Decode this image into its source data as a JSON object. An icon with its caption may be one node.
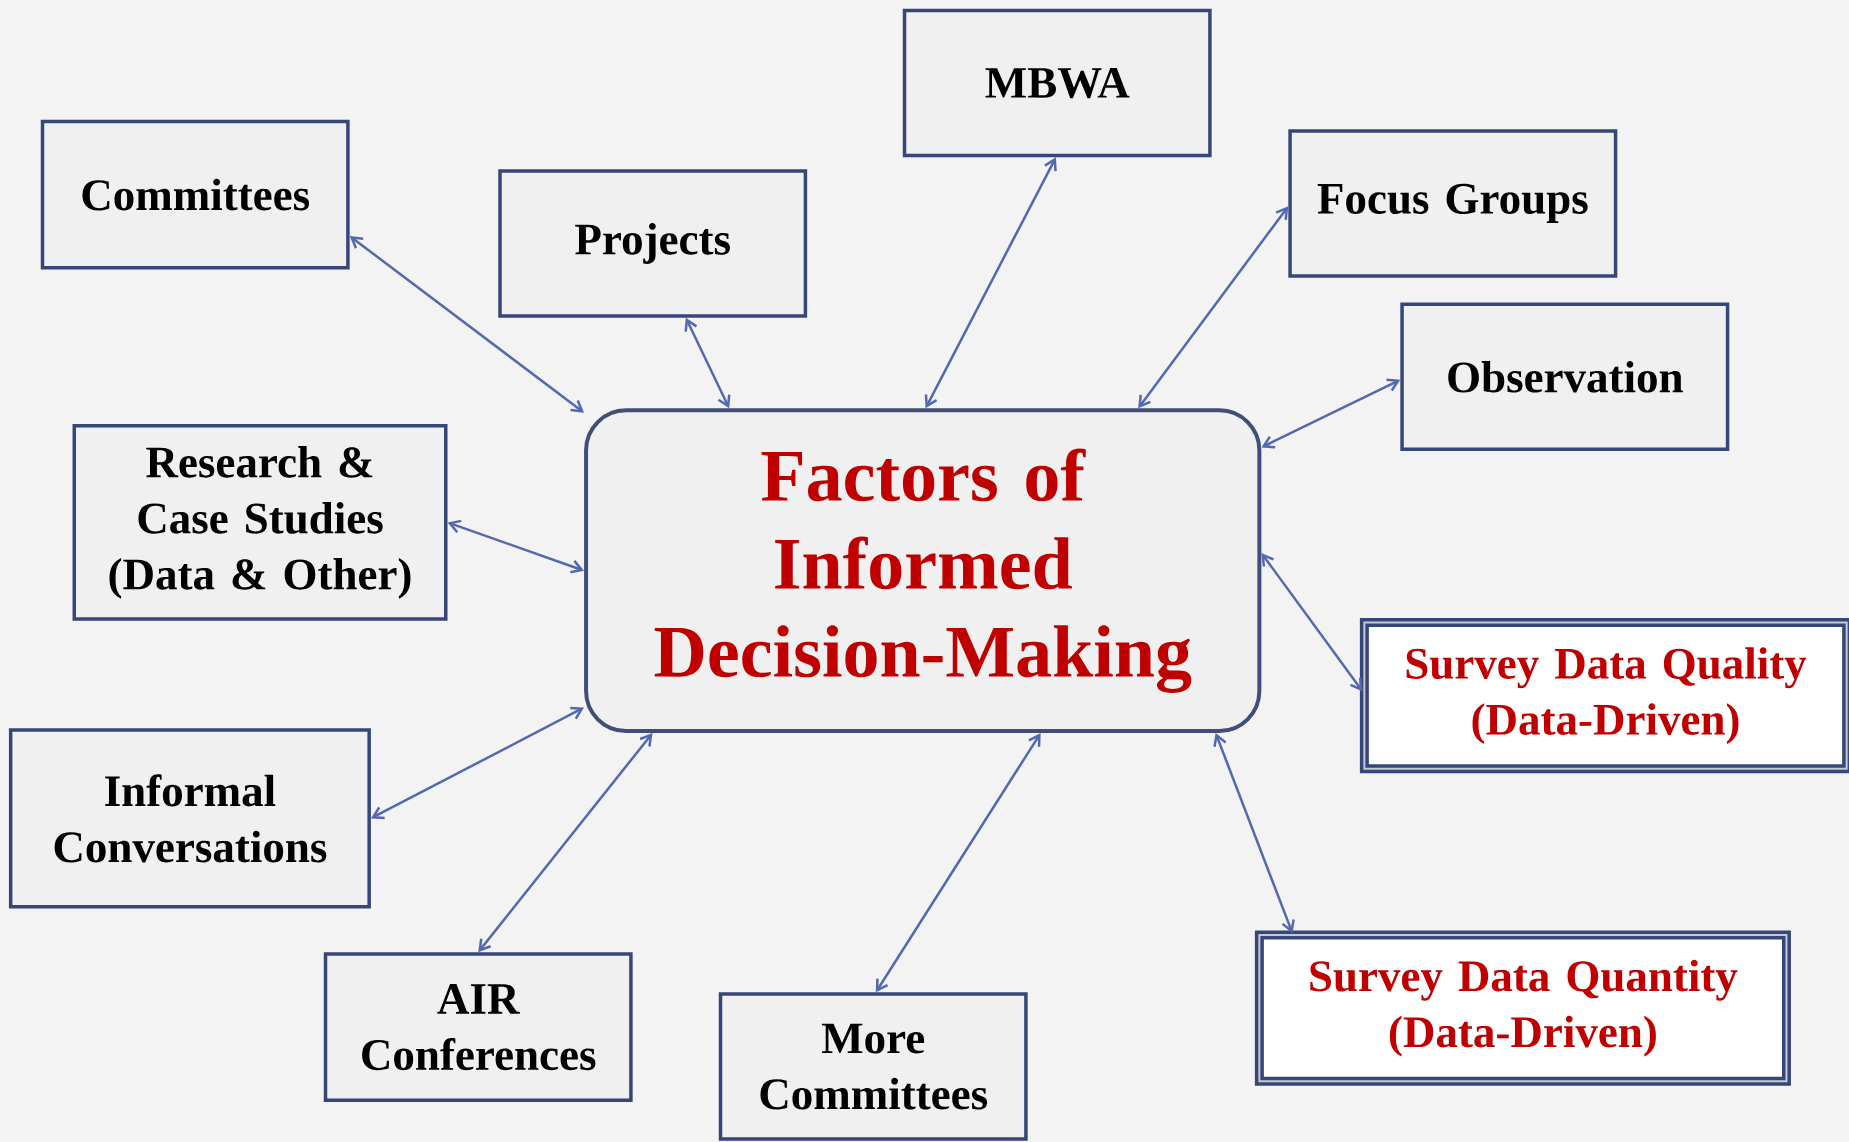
{
  "diagram": {
    "nodes": [
      {
        "text": [
          "Factors of Informed Decision-Making"
        ]
      },
      {
        "text": [
          "Committees"
        ]
      },
      {
        "text": [
          "Projects"
        ]
      },
      {
        "text": [
          "MBWA"
        ]
      },
      {
        "text": [
          "Focus Groups"
        ]
      },
      {
        "text": [
          "Observation"
        ]
      },
      {
        "text": [
          "Research & Case Studies (Data & Other)"
        ]
      },
      {
        "text": [
          "Survey Data Quality (Data-Driven)"
        ]
      },
      {
        "text": [
          "Informal Conversations"
        ]
      },
      {
        "text": [
          "AIR Conferences"
        ]
      },
      {
        "text": [
          "More Committees"
        ]
      },
      {
        "text": [
          "Survey Data Quantity (Data-Driven)"
        ]
      }
    ],
    "edges": [
      {
        "from": 0,
        "to": 1,
        "arrow": "both"
      },
      {
        "from": 0,
        "to": 2,
        "arrow": "both"
      },
      {
        "from": 0,
        "to": 3,
        "arrow": "both"
      },
      {
        "from": 0,
        "to": 4,
        "arrow": "both"
      },
      {
        "from": 0,
        "to": 5,
        "arrow": "both"
      },
      {
        "from": 0,
        "to": 6,
        "arrow": "both"
      },
      {
        "from": 0,
        "to": 7,
        "arrow": "both"
      },
      {
        "from": 0,
        "to": 8,
        "arrow": "both"
      },
      {
        "from": 0,
        "to": 9,
        "arrow": "both"
      },
      {
        "from": 0,
        "to": 10,
        "arrow": "both"
      },
      {
        "from": 0,
        "to": 11,
        "arrow": "both"
      }
    ]
  }
}
